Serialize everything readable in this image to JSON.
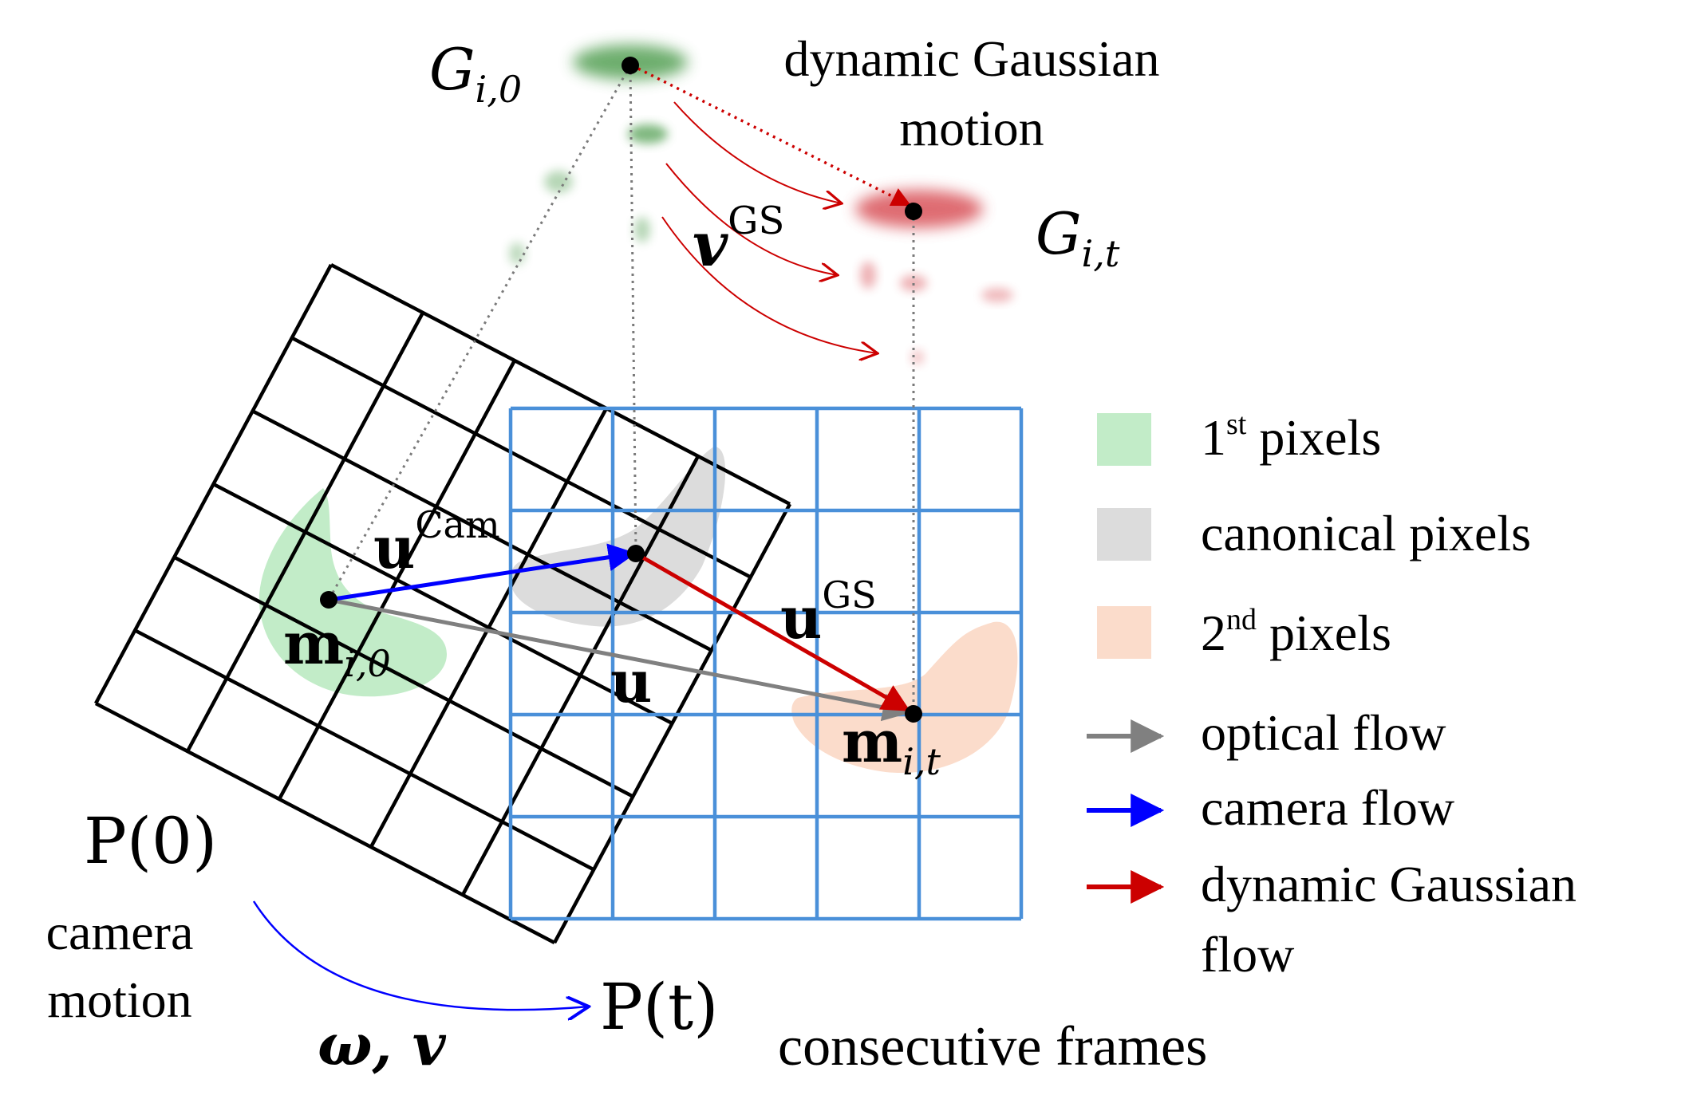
{
  "labels": {
    "g_i0_base": "G",
    "g_i0_sub": "i,0",
    "g_it_base": "G",
    "g_it_sub": "i,t",
    "dyn_motion_line1": "dynamic Gaussian",
    "dyn_motion_line2": "motion",
    "v_gs_base": "v",
    "v_gs_sup": "GS",
    "u_cam_base": "u",
    "u_cam_sup": "Cam",
    "u_gs_base": "u",
    "u_gs_sup": "GS",
    "u_base": "u",
    "m_i0_base": "m",
    "m_i0_sub": "i,0",
    "m_it_base": "m",
    "m_it_sub": "i,t",
    "p0": "P(0)",
    "pt": "P(t)",
    "camera_motion_line1": "camera",
    "camera_motion_line2": "motion",
    "omega_v": "ω, v",
    "consecutive_frames": "consecutive frames"
  },
  "legend": {
    "first_pixels_base": "1",
    "first_pixels_sup": "st",
    "first_pixels_rest": " pixels",
    "canonical_pixels": "canonical pixels",
    "second_pixels_base": "2",
    "second_pixels_sup": "nd",
    "second_pixels_rest": " pixels",
    "optical_flow": "optical flow",
    "camera_flow": "camera flow",
    "dynamic_flow_line1": "dynamic Gaussian",
    "dynamic_flow_line2": "flow"
  },
  "colors": {
    "first_pixels": "#c2ecc8",
    "canonical_pixels": "#dcdcdc",
    "second_pixels": "#fbdccb",
    "optical_flow": "#808080",
    "camera_flow": "#0000ff",
    "dynamic_flow": "#cc0000",
    "blue_grid": "#4a90d9",
    "black_grid": "#000000",
    "green_gaussian": "#5fa65f",
    "red_gaussian": "#d9535a"
  }
}
